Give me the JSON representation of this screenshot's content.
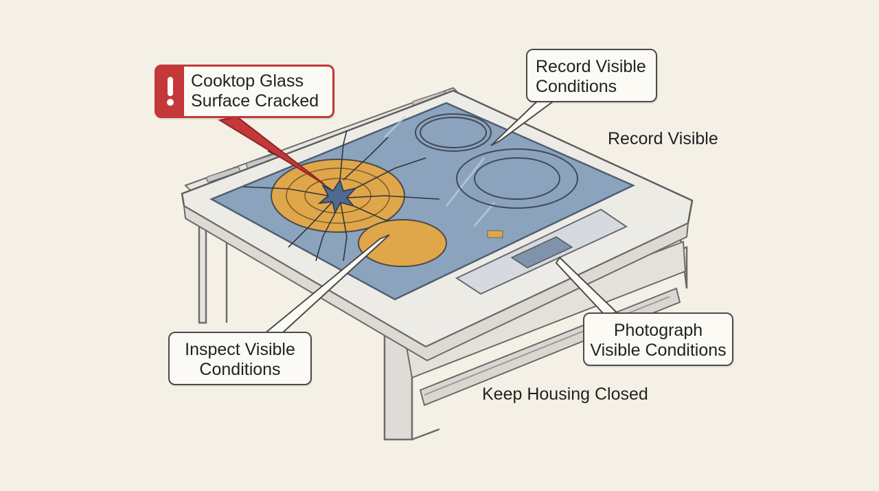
{
  "colors": {
    "background": "#f4f0e6",
    "glass": "#8ca3bd",
    "warning": "#c5383a",
    "burner_hot": "#e0a64a",
    "outline": "#4a4a4a"
  },
  "callouts": {
    "warning": {
      "icon": "exclamation-icon",
      "line1": "Cooktop Glass",
      "line2": "Surface Cracked"
    },
    "record": {
      "line1": "Record Visible",
      "line2": "Conditions"
    },
    "inspect": {
      "line1": "Inspect Visible",
      "line2": "Conditions"
    },
    "photograph": {
      "line1": "Photograph",
      "line2": "Visible Conditions"
    }
  },
  "labels": {
    "record_visible": "Record Visible",
    "keep_housing_closed": "Keep Housing Closed"
  }
}
